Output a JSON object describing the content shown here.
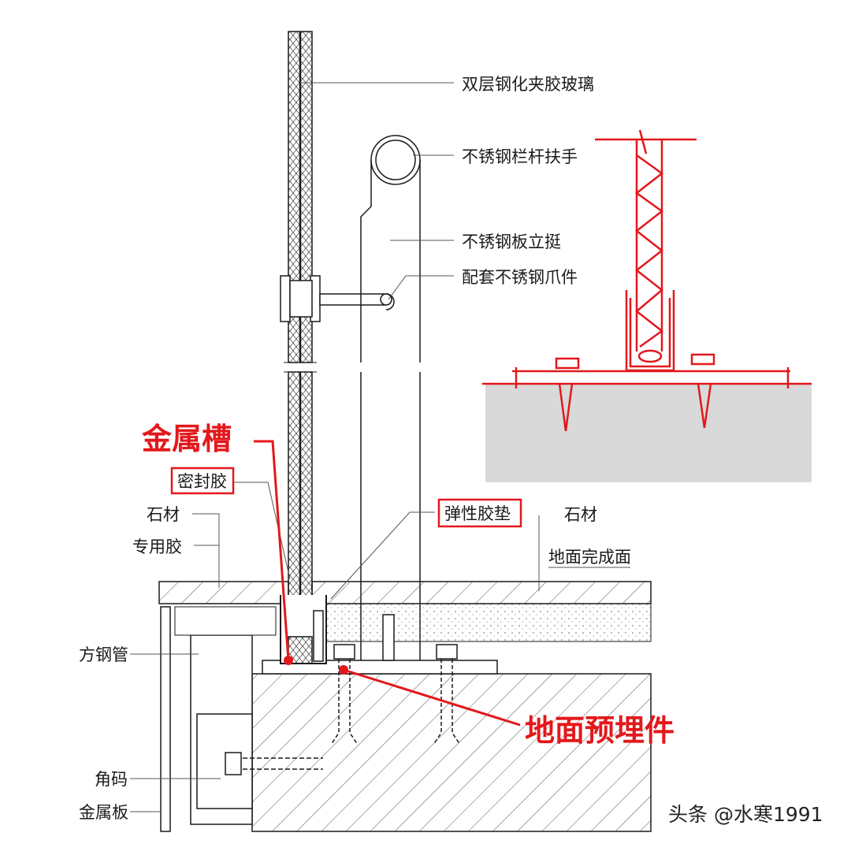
{
  "labels": {
    "glass": "双层钢化夹胶玻璃",
    "handrail": "不锈钢栏杆扶手",
    "plate_post": "不锈钢板立挺",
    "claw": "配套不锈钢爪件",
    "sealant": "密封胶",
    "stone_left": "石材",
    "special_glue": "专用胶",
    "elastic_pad": "弹性胶垫",
    "stone_right": "石材",
    "floor_finish": "地面完成面",
    "square_tube": "方钢管",
    "angle_code": "角码",
    "metal_plate": "金属板"
  },
  "callouts": {
    "metal_groove": "金属槽",
    "embedded_part": "地面预埋件"
  },
  "watermark": "头条 @水寒1991",
  "colors": {
    "accent_red": "#e3181c",
    "line": "#1a1a1a",
    "concrete_fill": "#d9d9d9"
  }
}
